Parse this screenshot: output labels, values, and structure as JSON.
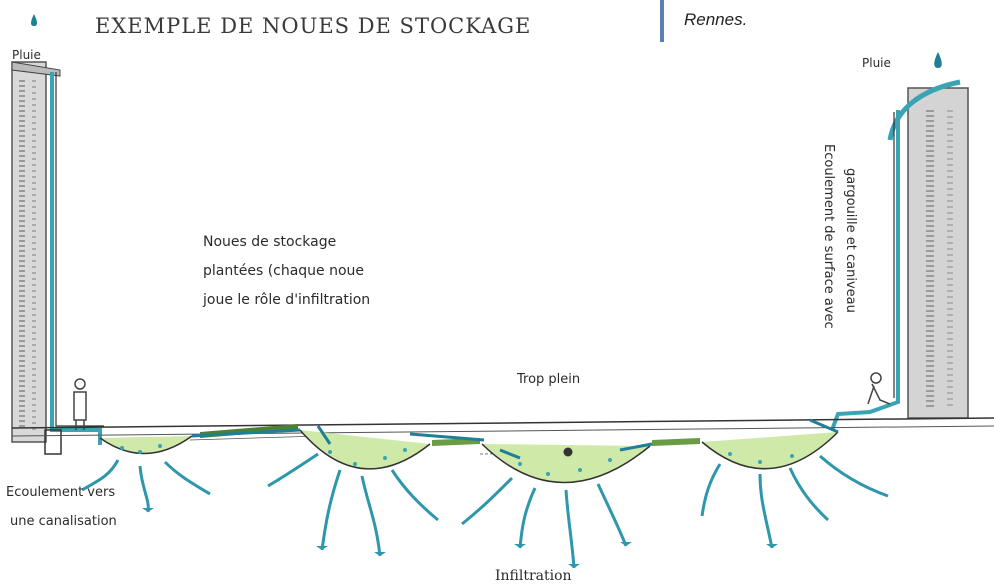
{
  "caption": {
    "text": "Rennes."
  },
  "title": "EXEMPLE DE NOUES DE STOCKAGE",
  "labels": {
    "rain_left": "Pluie",
    "rain_right": "Pluie",
    "swales_line1": "Noues de stockage",
    "swales_line2": "plantées (chaque noue",
    "swales_line3": "joue le rôle d'infiltration",
    "overflow": "Trop plein",
    "flow_pipe_line1": "Ecoulement vers",
    "flow_pipe_line2": "une canalisation",
    "surface_flow_line1": "Ecoulement de surface avec",
    "surface_flow_line2": "gargouille et caniveau",
    "infiltration": "Infiltration"
  },
  "colors": {
    "water": "#3aa4b5",
    "grass": "#9ed36a",
    "ink": "#2b2b2b",
    "accent": "#5b7fb4"
  },
  "icons": [
    "raindrop-icon",
    "person-icon",
    "infiltration-arrow-icon"
  ]
}
